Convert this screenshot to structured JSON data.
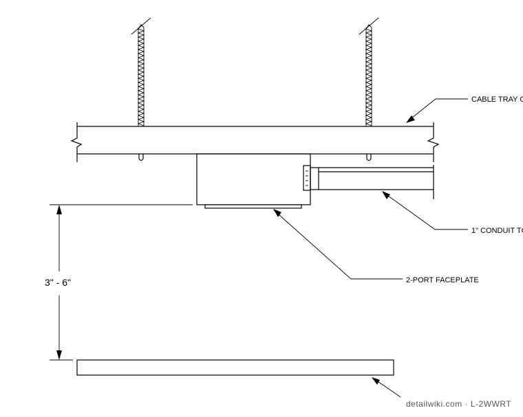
{
  "labels": {
    "cable_tray": "CABLE TRAY C",
    "conduit": "1\" CONDUIT TC",
    "faceplate": "2-PORT FACEPLATE",
    "dimension": "3\" - 6\"",
    "watermark": "detailwiki.com · L-2WWRT"
  },
  "icons": {
    "rods": "threaded-rod-icon",
    "break": "break-line-icon",
    "arrow": "leader-arrow-icon"
  }
}
